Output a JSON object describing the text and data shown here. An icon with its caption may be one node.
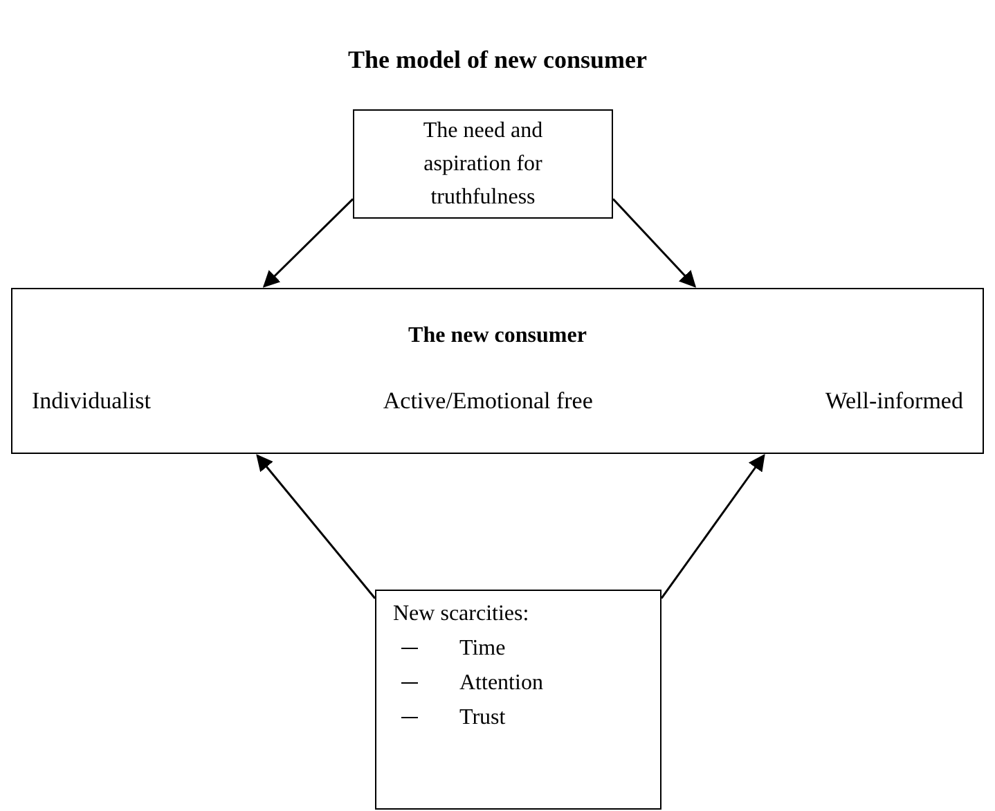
{
  "diagram": {
    "title": "The model of new consumer",
    "nodes": [
      {
        "text": [
          "The need and aspiration for truthfulness"
        ]
      },
      {
        "text": [
          "The new consumer",
          "Individualist",
          "Active/Emotional free",
          "Well-informed"
        ]
      },
      {
        "text": [
          "New scarcities:",
          "Time",
          "Attention",
          "Trust"
        ]
      }
    ],
    "edges": [
      {
        "from": 0,
        "to": 1,
        "arrow": "to"
      },
      {
        "from": 0,
        "to": 1,
        "arrow": "to"
      },
      {
        "from": 2,
        "to": 1,
        "arrow": "to"
      },
      {
        "from": 2,
        "to": 1,
        "arrow": "to"
      }
    ]
  }
}
